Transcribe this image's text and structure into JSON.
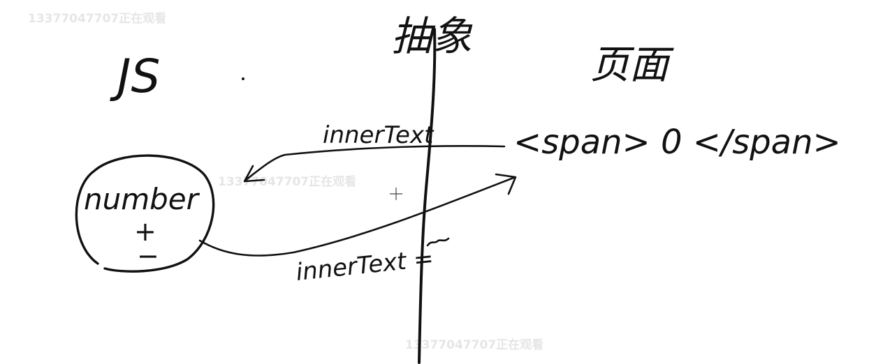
{
  "watermarks": [
    "13377047707正在观看",
    "13377047707正在观看",
    "13377047707正在观看"
  ],
  "sides": {
    "left_label": "JS",
    "center_label": "抽象",
    "right_label": "页面"
  },
  "js_side": {
    "variable": "number",
    "op_plus": "+",
    "op_minus": "−"
  },
  "page_side": {
    "element": "<span> 0 </span>"
  },
  "arrows": {
    "read_label": "innerText",
    "write_label": "innerText ="
  },
  "colors": {
    "ink": "#111111",
    "watermark": "#cfcfcf",
    "background": "#ffffff"
  }
}
